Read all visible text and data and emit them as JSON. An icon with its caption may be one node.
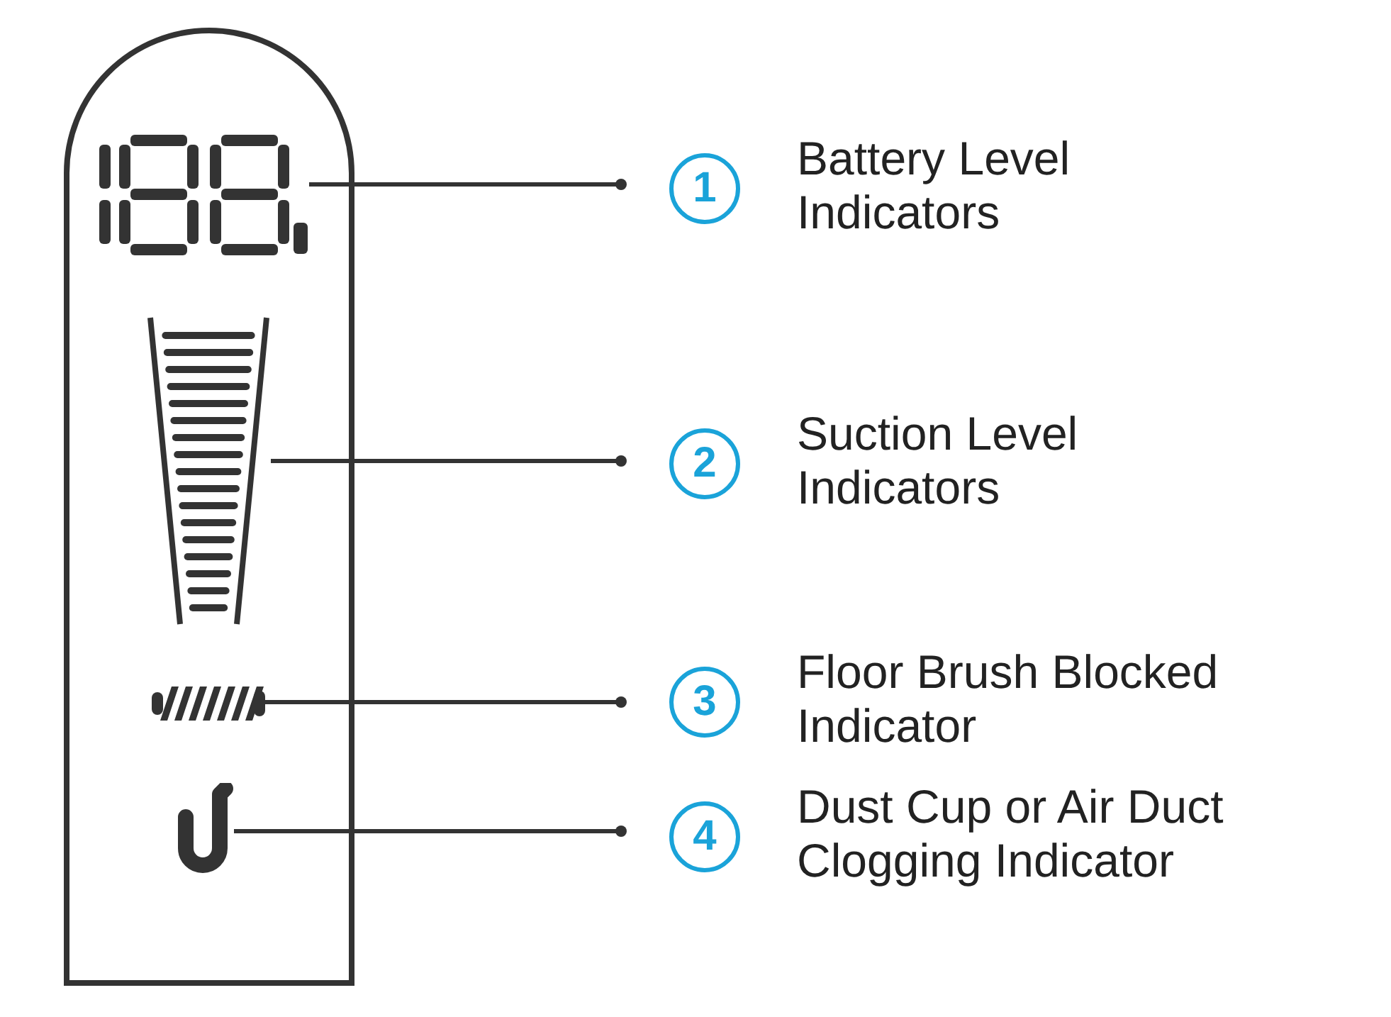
{
  "diagram": {
    "nodes": [
      {
        "text": [],
        "shape": "box"
      },
      {
        "text": [],
        "shape": "picture",
        "in": 0
      },
      {
        "text": [],
        "shape": "picture",
        "in": 0
      },
      {
        "text": [],
        "shape": "picture",
        "in": 0
      },
      {
        "text": [],
        "shape": "picture",
        "in": 0
      },
      {
        "text": [
          "1"
        ],
        "beside": [
          "Battery Level Indicators"
        ]
      },
      {
        "text": [
          "2"
        ],
        "beside": [
          "Suction Level Indicators"
        ]
      },
      {
        "text": [
          "3"
        ],
        "beside": [
          "Floor Brush Blocked Indicator"
        ]
      },
      {
        "text": [
          "4"
        ],
        "beside": [
          "Dust Cup or Air Duct Clogging Indicator"
        ]
      }
    ],
    "edges": [
      {
        "from": 5,
        "to": 1,
        "arrow": "other"
      },
      {
        "from": 6,
        "to": 2,
        "arrow": "other"
      },
      {
        "from": 7,
        "to": 3,
        "arrow": "other"
      },
      {
        "from": 8,
        "to": 4,
        "arrow": "other"
      }
    ]
  }
}
